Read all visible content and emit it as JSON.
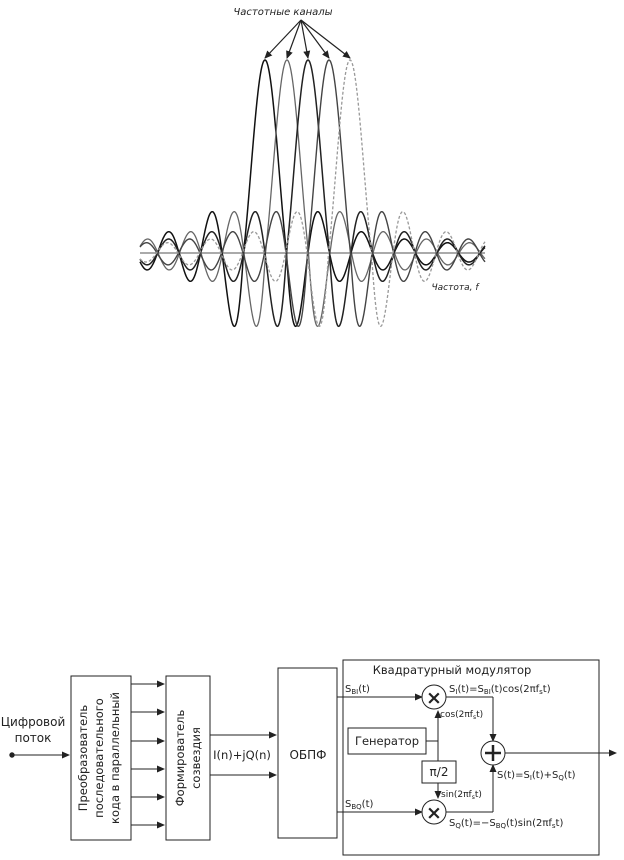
{
  "spectrum": {
    "channels_label": "Частотные каналы",
    "frequency_label": "Частота, f"
  },
  "block_diagram": {
    "input_label_line1": "Цифровой",
    "input_label_line2": "поток",
    "sp_converter_line1": "Преобразователь",
    "sp_converter_line2": "последовательного",
    "sp_converter_line3": "кода в параллельный",
    "constellation_line1": "Формирователь",
    "constellation_line2": "созвездия",
    "iq_label": "I(n)+jQ(n)",
    "ifft_label": "ОБПФ",
    "modulator_title": "Квадратурный модулятор",
    "generator_label": "Генератор",
    "phase_shift_label": "π/2",
    "sbi_label": "S_BI(t)",
    "sbq_label": "S_BQ(t)",
    "cos_label": "cos(2πf_s t)",
    "sin_label": "sin(2πf_s t)",
    "si_eq": "S_I(t)=S_BI(t)cos(2πf_s t)",
    "sq_eq": "S_Q(t)=−S_BQ(t)sin(2πf_s t)",
    "sum_eq": "S(t)=S_I(t)+S_Q(t)"
  }
}
